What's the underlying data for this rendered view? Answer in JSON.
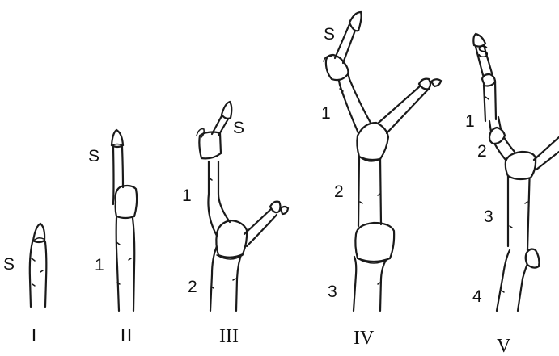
{
  "stages": [
    {
      "numeral": "I",
      "labels": {
        "bud": "S"
      }
    },
    {
      "numeral": "II",
      "labels": {
        "bud": "S",
        "seg1": "1"
      }
    },
    {
      "numeral": "III",
      "labels": {
        "bud": "S",
        "seg1": "1",
        "seg2": "2"
      }
    },
    {
      "numeral": "IV",
      "labels": {
        "bud": "S",
        "seg1": "1",
        "seg2": "2",
        "seg3": "3"
      }
    },
    {
      "numeral": "V",
      "labels": {
        "bud": "S",
        "seg1": "1",
        "seg2": "2",
        "seg3": "3",
        "seg4": "4"
      }
    }
  ]
}
